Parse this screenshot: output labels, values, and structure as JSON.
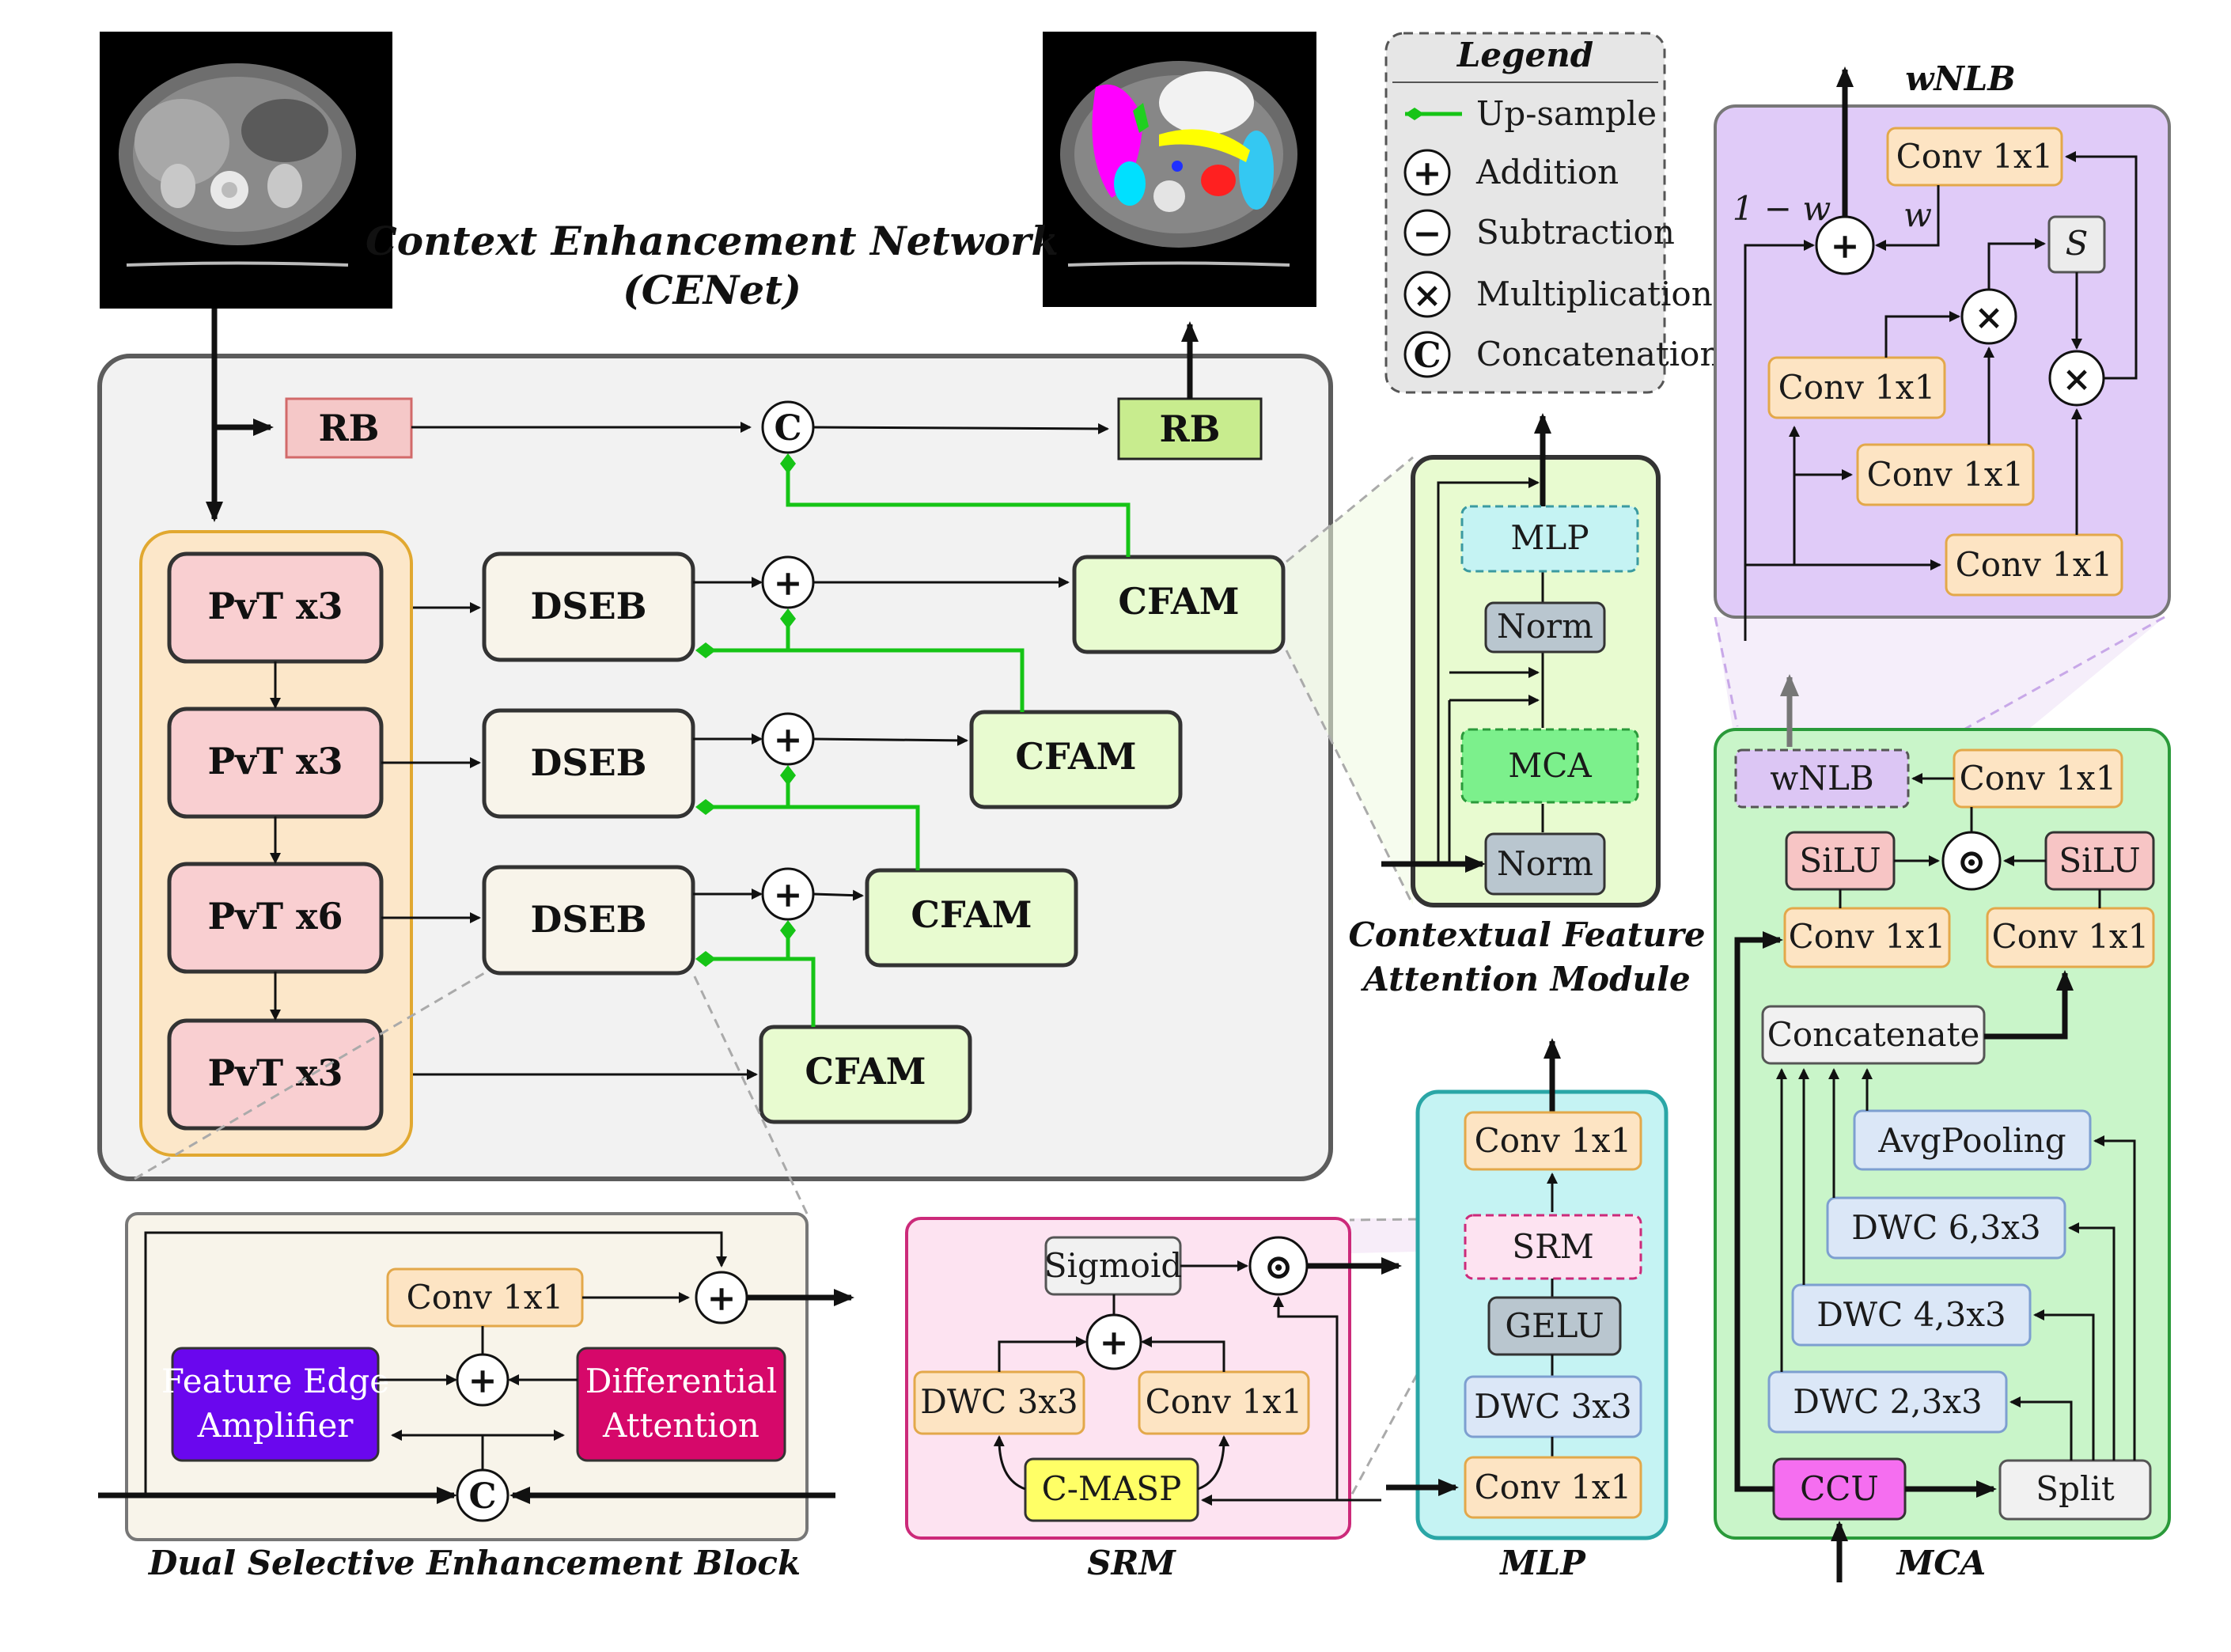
{
  "title_line1": "Context Enhancement Network",
  "title_line2": "(CENet)",
  "legend": {
    "title": "Legend",
    "items": [
      "Up-sample",
      "Addition",
      "Subtraction",
      "Multiplication",
      "Concatenation"
    ],
    "symbols": [
      "+",
      "−",
      "×",
      "C"
    ]
  },
  "main": {
    "rb_in": "RB",
    "rb_out": "RB",
    "concat": "C",
    "plus": "+",
    "pvt": [
      "PvT x3",
      "PvT x3",
      "PvT x6",
      "PvT x3"
    ],
    "dseb": [
      "DSEB",
      "DSEB",
      "DSEB"
    ],
    "cfam": [
      "CFAM",
      "CFAM",
      "CFAM",
      "CFAM"
    ]
  },
  "cfam_module": {
    "mlp": "MLP",
    "norm1": "Norm",
    "mca": "MCA",
    "norm2": "Norm",
    "caption1": "Contextual Feature",
    "caption2": "Attention Module"
  },
  "dseb_module": {
    "conv": "Conv 1x1",
    "fea1": "Feature Edge",
    "fea2": "Amplifier",
    "da1": "Differential",
    "da2": "Attention",
    "concat": "C",
    "caption": "Dual Selective Enhancement Block"
  },
  "srm_module": {
    "sigmoid": "Sigmoid",
    "dwc": "DWC 3x3",
    "conv": "Conv 1x1",
    "cmasp": "C-MASP",
    "dot": "⊙",
    "caption": "SRM"
  },
  "mlp_module": {
    "conv_top": "Conv 1x1",
    "srm": "SRM",
    "gelu": "GELU",
    "dwc": "DWC 3x3",
    "conv_bot": "Conv 1x1",
    "caption": "MLP"
  },
  "wnlb_module": {
    "title": "wNLB",
    "conv_top": "Conv 1x1",
    "s": "S",
    "conv_left": "Conv 1x1",
    "conv_mid": "Conv 1x1",
    "conv_bot": "Conv 1x1",
    "one_minus_w": "1 − w",
    "w": "w"
  },
  "mca_module": {
    "wnlb": "wNLB",
    "conv_top": "Conv 1x1",
    "silu_l": "SiLU",
    "silu_r": "SiLU",
    "conv_l": "Conv 1x1",
    "conv_r": "Conv 1x1",
    "concatenate": "Concatenate",
    "avgpool": "AvgPooling",
    "dwc6": "DWC 6,3x3",
    "dwc4": "DWC 4,3x3",
    "dwc2": "DWC 2,3x3",
    "ccu": "CCU",
    "split": "Split",
    "caption": "MCA"
  },
  "colors": {
    "upsample_green": "#16c416",
    "pvt_fill": "#f9cfd1",
    "cfam_fill": "#e8fbd0",
    "mca_panel": "#c9f5c9",
    "wnlb_panel": "#e0cbf8",
    "mlp_panel": "#c5f3f3",
    "srm_panel": "#fde3f1",
    "dseb_panel": "#f8f4ea",
    "legend_panel": "#e6e6e6"
  }
}
